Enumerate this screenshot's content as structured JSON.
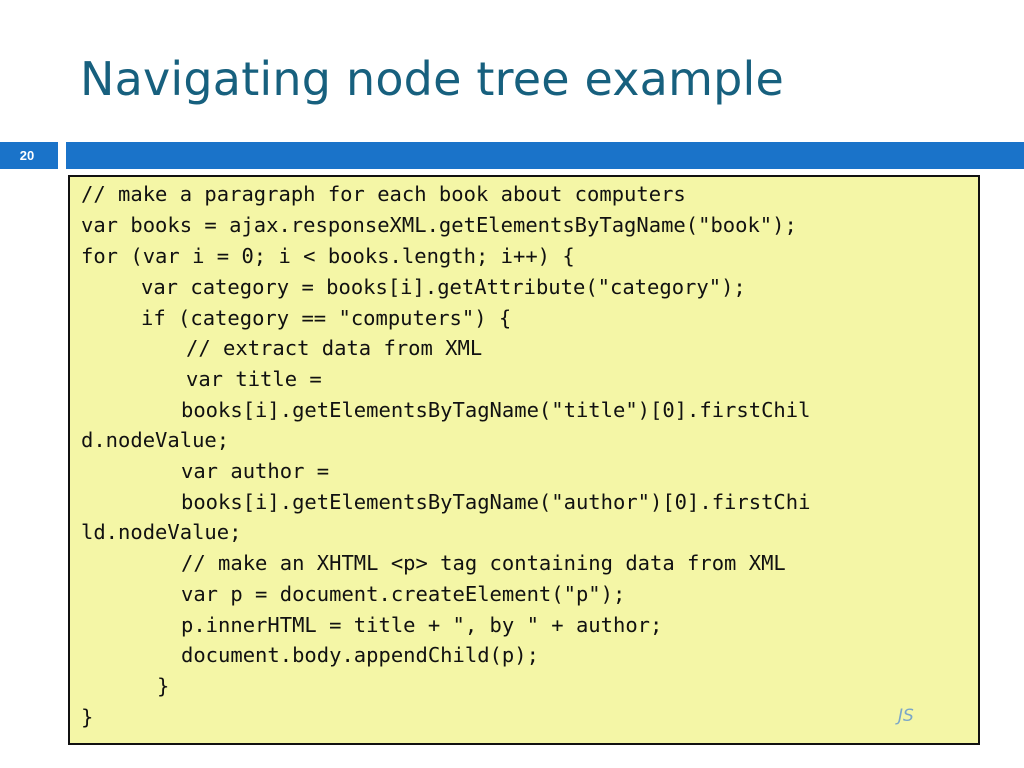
{
  "slide": {
    "title": "Navigating node tree example",
    "number": "20",
    "language_tag": "JS"
  },
  "code": {
    "lines": [
      "// make a paragraph for each book about computers",
      "var books = ajax.responseXML.getElementsByTagName(\"book\");",
      "for (var i = 0; i < books.length; i++) {",
      "var category = books[i].getAttribute(\"category\");",
      "if (category == \"computers\") {",
      "// extract data from XML",
      "var title =",
      "books[i].getElementsByTagName(\"title\")[0].firstChil",
      "d.nodeValue;",
      "var author =",
      "books[i].getElementsByTagName(\"author\")[0].firstChi",
      "ld.nodeValue;",
      "// make an XHTML <p> tag containing data from XML",
      "var p = document.createElement(\"p\");",
      "p.innerHTML = title + \", by \" + author;",
      "document.body.appendChild(p);",
      "}",
      "}"
    ]
  },
  "colors": {
    "title": "#17607e",
    "accent_bar": "#1a73c9",
    "code_background": "#f4f6a6",
    "language_tag": "#7aa6c8"
  }
}
